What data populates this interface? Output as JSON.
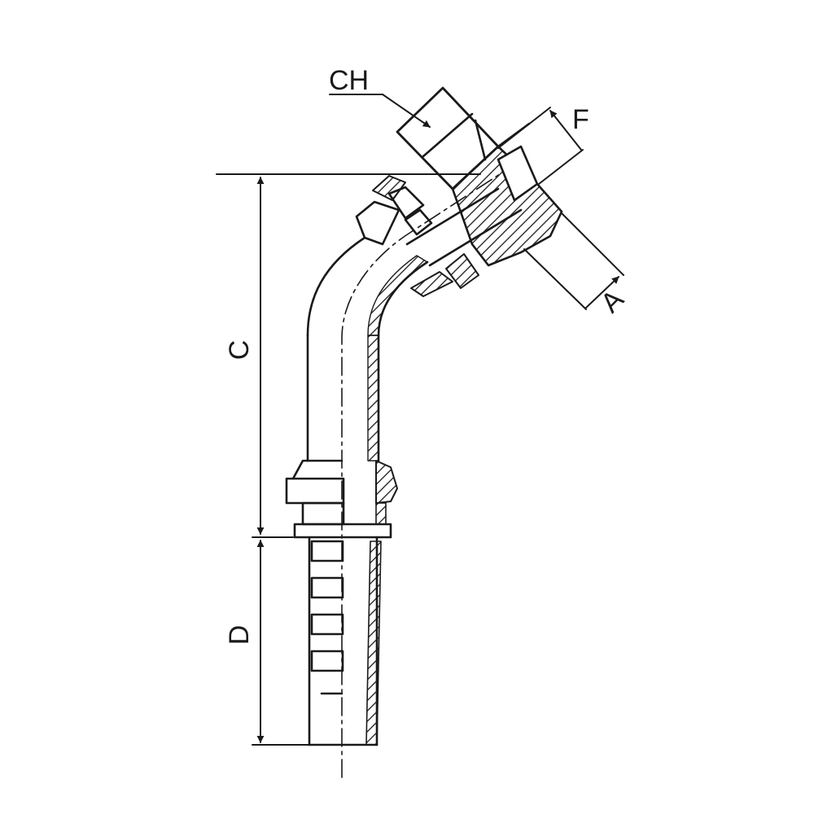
{
  "labels": {
    "ch": "CH",
    "f": "F",
    "a": "A",
    "c": "C",
    "d": "D"
  },
  "colors": {
    "line": "#1a1a1a",
    "background": "#ffffff"
  }
}
